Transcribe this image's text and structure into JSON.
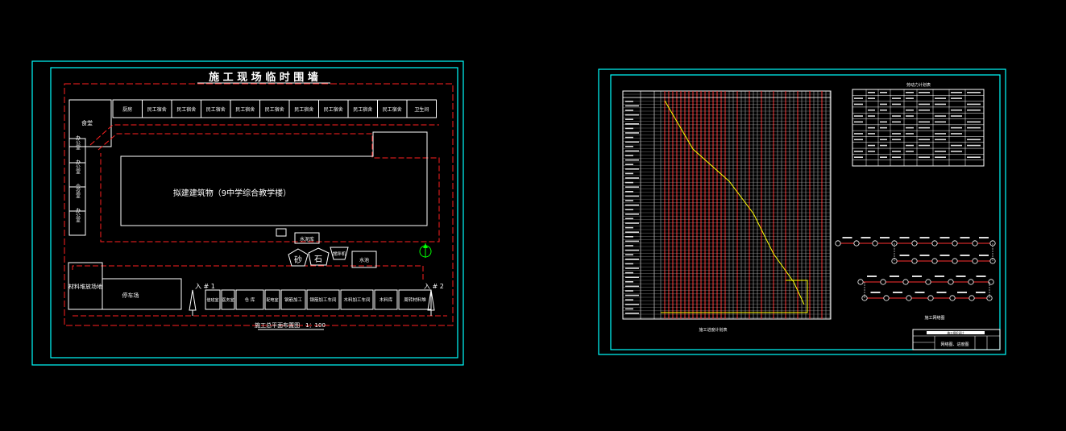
{
  "colors": {
    "frame": "#00ffff",
    "fence": "#ff2020",
    "line": "#ffffff",
    "schedule": "#ffff00",
    "north": "#00ff00",
    "bg": "#000000"
  },
  "site_plan": {
    "title": "施 工 现 场 临 时 围 墙",
    "dorm_row": [
      "厨房",
      "民工宿舍",
      "民工宿舍",
      "民工宿舍",
      "民工宿舍",
      "民工宿舍",
      "民工宿舍",
      "民工宿舍",
      "民工宿舍",
      "民工宿舍",
      "卫生间"
    ],
    "canteen": "食堂",
    "offices": [
      "办公室",
      "办公室",
      "会议室",
      "办公室"
    ],
    "building": "拟建建筑物（9中学综合教学楼）",
    "storage_yard": "材料堆放场地",
    "parking": "停车场",
    "water_tank": "水池",
    "sand": "砂",
    "stone": "石",
    "mixer": "搅拌机",
    "warehouse": "水泥库",
    "gate1": "入 # 1",
    "gate2": "入 # 2",
    "bottom_row": [
      "值班室",
      "医务室",
      "仓 库",
      "配电室",
      "钢筋加工",
      "钢筋加工车间",
      "木料加工车间",
      "木料库",
      "周转材料堆"
    ],
    "caption": "施工总平面布置图　1：100"
  },
  "schedule_sheet": {
    "chart_title": "施工进度计划表",
    "table_title": "劳动力计划表",
    "network_title": "施工网络图",
    "titleblock": "施工组织设计",
    "titleblock_name": "网络图、进度图"
  }
}
